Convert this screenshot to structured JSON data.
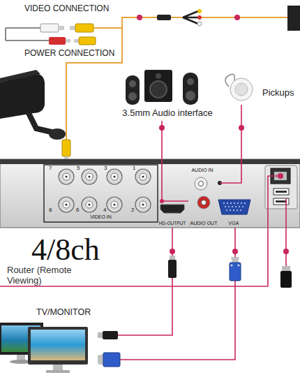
{
  "diagram": {
    "nodes": [
      {
        "text": [
          "3.5mm Audio interface"
        ]
      },
      {
        "text": [
          "Pickups"
        ]
      },
      {
        "text": [
          "AUDIO IN"
        ]
      },
      {
        "text": [
          "AUDIO OUT"
        ]
      },
      {
        "text": [
          "VIDEO IN"
        ]
      },
      {
        "text": [
          "HD-OUTPUT"
        ]
      },
      {
        "text": [
          "VGA"
        ]
      },
      {
        "text": [
          "Router (Remote Viewing)"
        ]
      },
      {
        "text": [
          "TV/MONITOR"
        ]
      }
    ],
    "edges": [
      {
        "from": 0,
        "to": 3,
        "arrow": "none"
      },
      {
        "from": 1,
        "to": 2,
        "arrow": "none"
      },
      {
        "from": 5,
        "to": 8,
        "arrow": "none"
      },
      {
        "from": 6,
        "to": 8,
        "arrow": "none"
      }
    ],
    "labels": [
      "VIDEO CONNECTION",
      "POWER CONNECTION",
      "7",
      "5",
      "3",
      "1",
      "8",
      "6",
      "4",
      "2",
      "4/8ch"
    ]
  }
}
